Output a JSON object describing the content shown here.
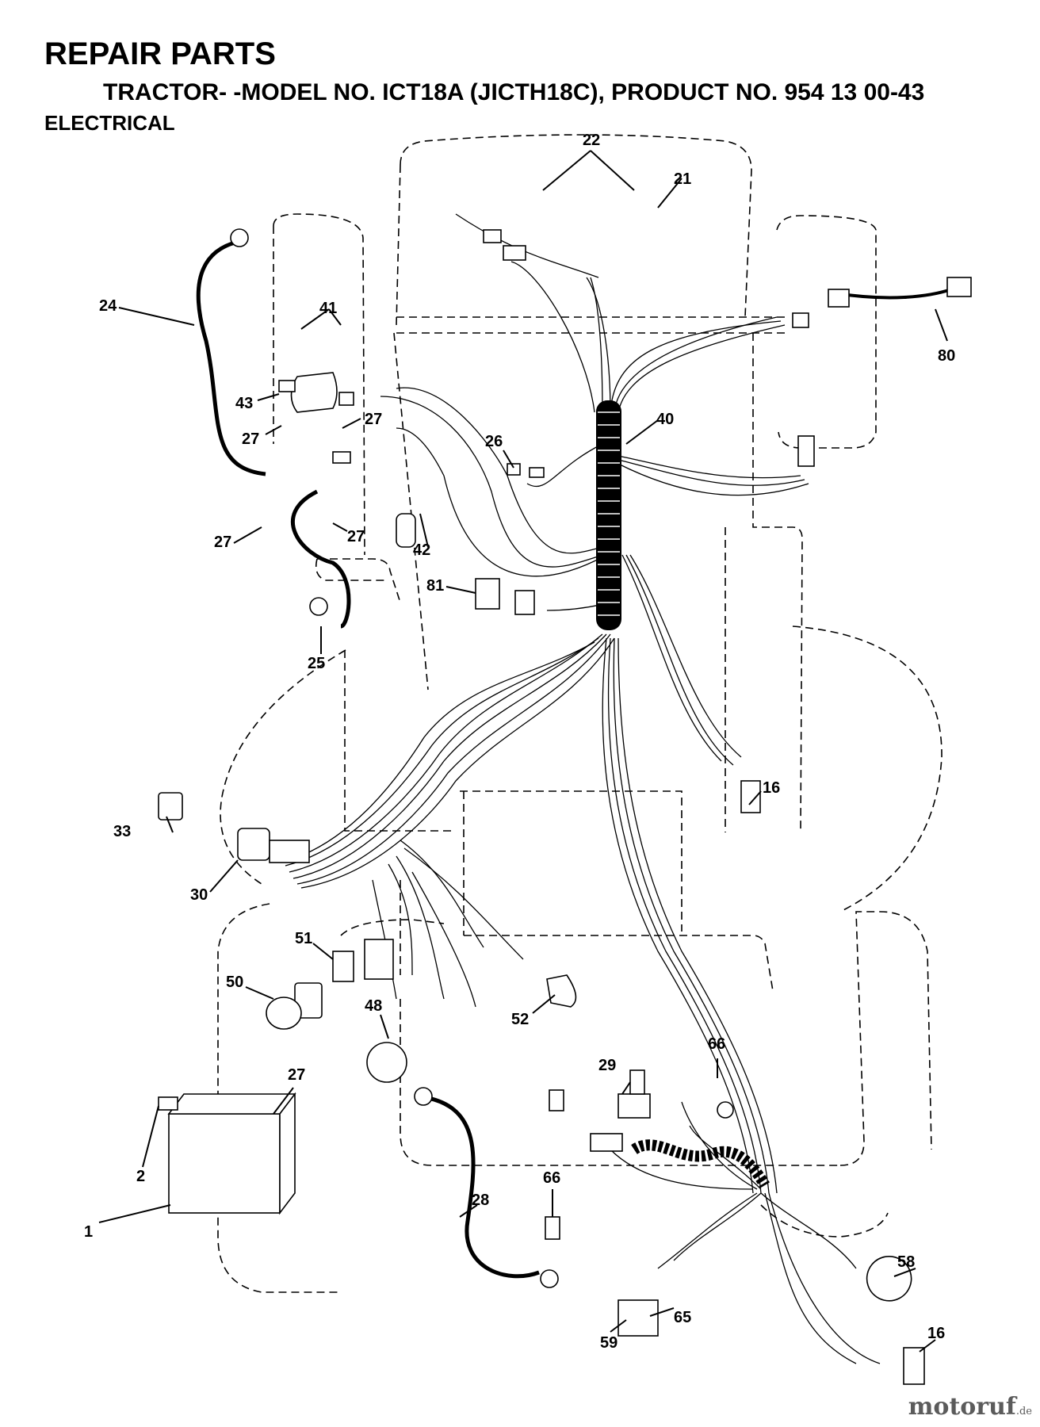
{
  "header": {
    "title": "REPAIR PARTS",
    "subtitle": "TRACTOR- -MODEL NO. ICT18A (JICTH18C), PRODUCT NO. 954 13   00-43",
    "section": "ELECTRICAL"
  },
  "watermark": {
    "text": "motoruf",
    "suffix": ".de"
  },
  "callouts": [
    {
      "id": "c22",
      "text": "22"
    },
    {
      "id": "c21",
      "text": "21"
    },
    {
      "id": "c24",
      "text": "24"
    },
    {
      "id": "c41",
      "text": "41"
    },
    {
      "id": "c80",
      "text": "80"
    },
    {
      "id": "c43",
      "text": "43"
    },
    {
      "id": "c27a",
      "text": "27"
    },
    {
      "id": "c27b",
      "text": "27"
    },
    {
      "id": "c40",
      "text": "40"
    },
    {
      "id": "c26",
      "text": "26"
    },
    {
      "id": "c27c",
      "text": "27"
    },
    {
      "id": "c27d",
      "text": "27"
    },
    {
      "id": "c42",
      "text": "42"
    },
    {
      "id": "c81",
      "text": "81"
    },
    {
      "id": "c25",
      "text": "25"
    },
    {
      "id": "c16a",
      "text": "16"
    },
    {
      "id": "c33",
      "text": "33"
    },
    {
      "id": "c30",
      "text": "30"
    },
    {
      "id": "c51",
      "text": "51"
    },
    {
      "id": "c50",
      "text": "50"
    },
    {
      "id": "c48",
      "text": "48"
    },
    {
      "id": "c52",
      "text": "52"
    },
    {
      "id": "c66a",
      "text": "66"
    },
    {
      "id": "c29",
      "text": "29"
    },
    {
      "id": "c27e",
      "text": "27"
    },
    {
      "id": "c2",
      "text": "2"
    },
    {
      "id": "c1",
      "text": "1"
    },
    {
      "id": "c66b",
      "text": "66"
    },
    {
      "id": "c28",
      "text": "28"
    },
    {
      "id": "c58",
      "text": "58"
    },
    {
      "id": "c65",
      "text": "65"
    },
    {
      "id": "c59",
      "text": "59"
    },
    {
      "id": "c16b",
      "text": "16"
    }
  ]
}
